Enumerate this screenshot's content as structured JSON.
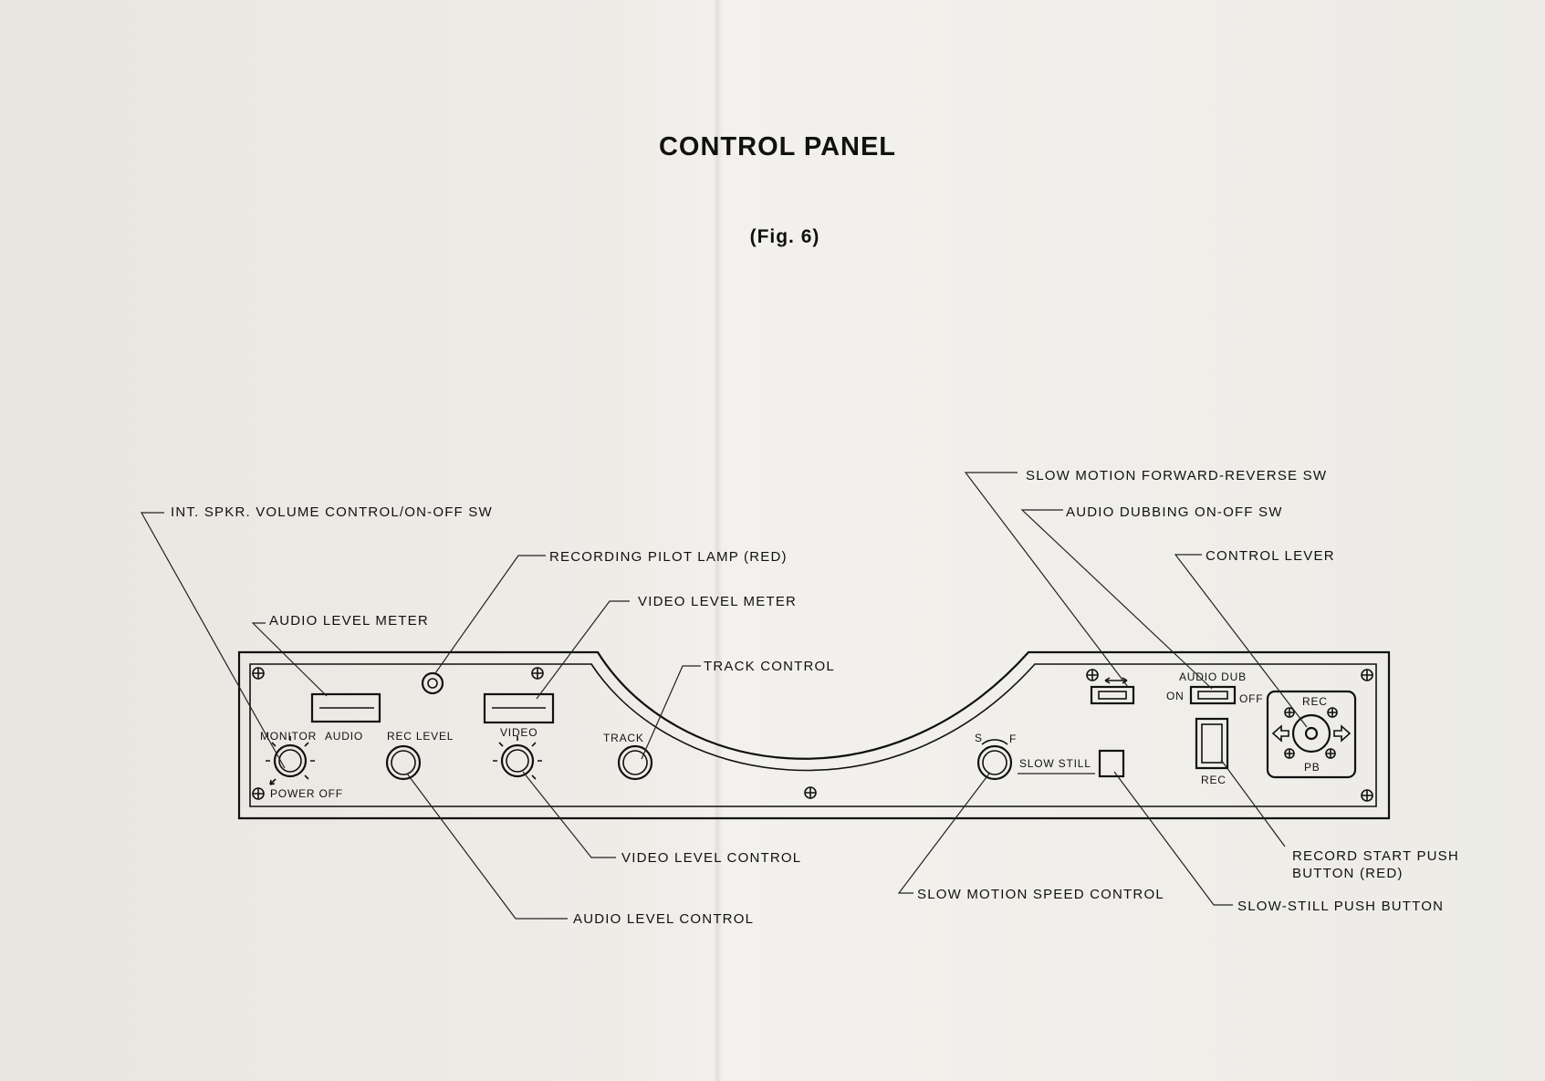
{
  "title": "CONTROL PANEL",
  "figure": "(Fig. 6)",
  "callouts": {
    "int_spkr": "INT. SPKR. VOLUME CONTROL/ON-OFF SW",
    "rec_pilot_lamp": "RECORDING PILOT LAMP (RED)",
    "video_level_meter": "VIDEO LEVEL METER",
    "audio_level_meter": "AUDIO LEVEL METER",
    "track_control": "TRACK CONTROL",
    "slow_fr_sw": "SLOW MOTION FORWARD-REVERSE SW",
    "audio_dub_sw": "AUDIO DUBBING ON-OFF SW",
    "control_lever": "CONTROL LEVER",
    "video_level_control": "VIDEO LEVEL CONTROL",
    "audio_level_control": "AUDIO LEVEL CONTROL",
    "slow_speed_control": "SLOW MOTION SPEED CONTROL",
    "record_start_1": "RECORD START PUSH",
    "record_start_2": "BUTTON (RED)",
    "slow_still_button": "SLOW-STILL PUSH BUTTON"
  },
  "panel_labels": {
    "monitor": "MONITOR",
    "audio": "AUDIO",
    "rec_level": "REC LEVEL",
    "video": "VIDEO",
    "track": "TRACK",
    "power_off": "POWER OFF",
    "s": "S",
    "f": "F",
    "slow_still": "SLOW STILL",
    "audio_dub": "AUDIO DUB",
    "on": "ON",
    "off": "OFF",
    "rec_btn": "REC",
    "rec_top": "REC",
    "pb": "PB"
  }
}
